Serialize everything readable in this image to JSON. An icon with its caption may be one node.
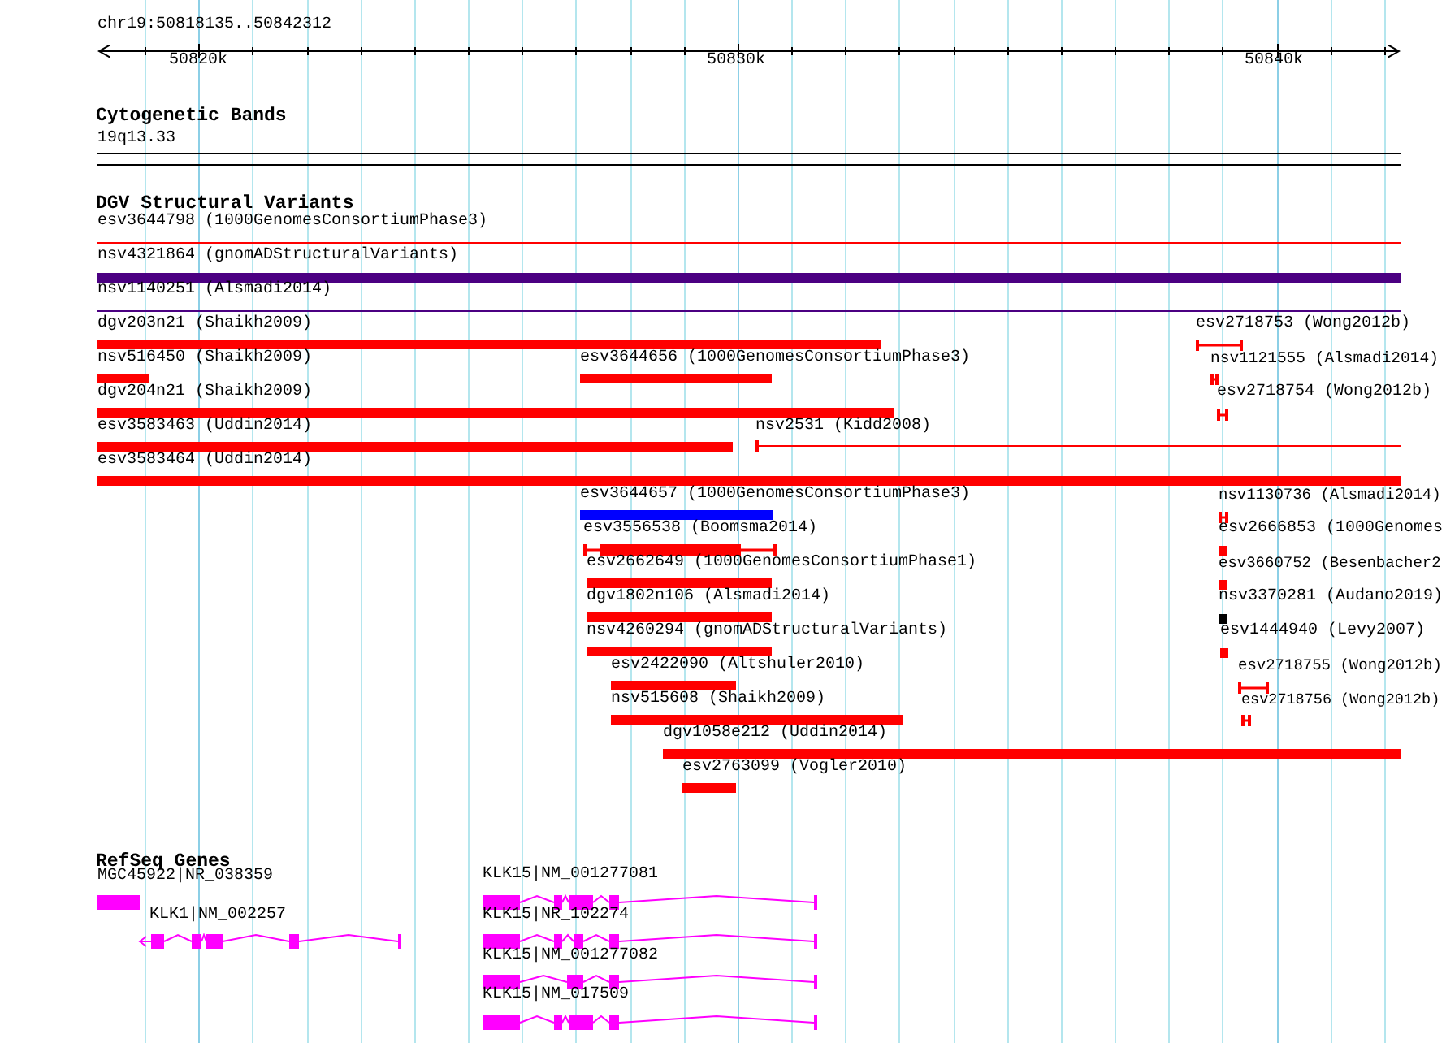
{
  "diagram": {
    "labels": [
      "chr19:50818135..50842312",
      "50820k",
      "50830k",
      "50840k",
      "Cytogenetic Bands",
      "19q13.33",
      "DGV Structural Variants",
      "esv3644798 (1000GenomesConsortiumPhase3)",
      "nsv4321864 (gnomADStructuralVariants)",
      "nsv1140251 (Alsmadi2014)",
      "dgv203n21 (Shaikh2009)",
      "esv2718753 (Wong2012b)",
      "nsv516450 (Shaikh2009)",
      "esv3644656 (1000GenomesConsortiumPhase3)",
      "nsv1121555 (Alsmadi2014)",
      "dgv204n21 (Shaikh2009)",
      "esv2718754 (Wong2012b)",
      "esv3583463 (Uddin2014)",
      "nsv2531 (Kidd2008)",
      "esv3583464 (Uddin2014)",
      "esv3644657 (1000GenomesConsortiumPhase3)",
      "nsv1130736 (Alsmadi2014)",
      "esv3556538 (Boomsma2014)",
      "esv2666853 (1000Genomes",
      "esv2662649 (1000GenomesConsortiumPhase1)",
      "esv3660752 (Besenbacher2",
      "dgv1802n106 (Alsmadi2014)",
      "nsv3370281 (Audano2019)",
      "nsv4260294 (gnomADStructuralVariants)",
      "esv1444940 (Levy2007)",
      "esv2422090 (Altshuler2010)",
      "esv2718755 (Wong2012b)",
      "nsv515608 (Shaikh2009)",
      "esv2718756 (Wong2012b)",
      "dgv1058e212 (Uddin2014)",
      "esv2763099 (Vogler2010)",
      "RefSeq Genes",
      "MGC45922|NR_038359",
      "KLK1|NM_002257",
      "KLK15|NM_001277081",
      "KLK15|NR_102274",
      "KLK15|NM_001277082",
      "KLK15|NM_017509"
    ]
  }
}
